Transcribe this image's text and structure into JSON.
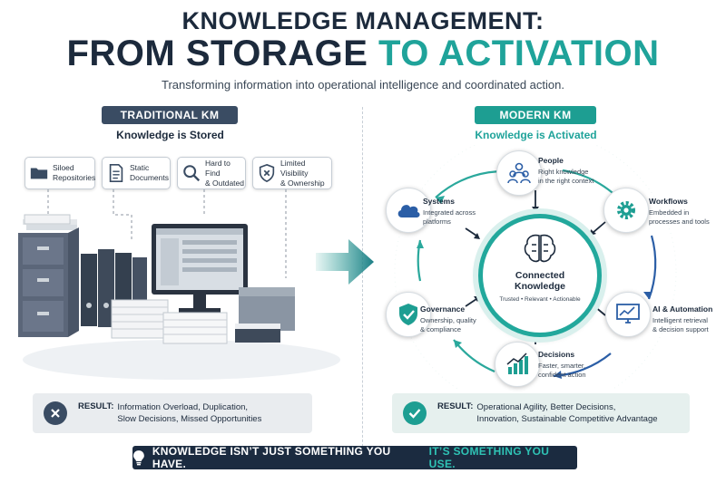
{
  "header": {
    "title_line1": "KNOWLEDGE MANAGEMENT:",
    "title_line2_dark": "FROM STORAGE",
    "title_line2_teal": "TO ACTIVATION",
    "subtitle": "Transforming information into operational intelligence and coordinated action."
  },
  "traditional": {
    "label": "TRADITIONAL KM",
    "subtitle": "Knowledge is Stored",
    "tags": [
      {
        "icon": "folder-icon",
        "lines": [
          "Siloed",
          "Repositories"
        ]
      },
      {
        "icon": "document-icon",
        "lines": [
          "Static",
          "Documents"
        ]
      },
      {
        "icon": "search-icon",
        "lines": [
          "Hard to Find",
          "& Outdated"
        ]
      },
      {
        "icon": "shield-x-icon",
        "lines": [
          "Limited Visibility",
          "& Ownership"
        ]
      }
    ],
    "result_label": "RESULT:",
    "result_lines": [
      "Information Overload, Duplication,",
      "Slow Decisions, Missed Opportunities"
    ]
  },
  "modern": {
    "label": "MODERN KM",
    "subtitle": "Knowledge is Activated",
    "hub": {
      "title_line1": "Connected",
      "title_line2": "Knowledge",
      "tagline": "Trusted • Relevant • Actionable"
    },
    "nodes": [
      {
        "icon": "people-icon",
        "title": "People",
        "lines": [
          "Right knowledge",
          "in the right context"
        ]
      },
      {
        "icon": "gear-icon",
        "title": "Workflows",
        "lines": [
          "Embedded in",
          "processes and tools"
        ]
      },
      {
        "icon": "monitor-chart-icon",
        "title": "AI & Automation",
        "lines": [
          "Intelligent retrieval",
          "& decision support"
        ]
      },
      {
        "icon": "bar-chart-icon",
        "title": "Decisions",
        "lines": [
          "Faster, smarter,",
          "confident action"
        ]
      },
      {
        "icon": "shield-check-icon",
        "title": "Governance",
        "lines": [
          "Ownership, quality",
          "& compliance"
        ]
      },
      {
        "icon": "cloud-icon",
        "title": "Systems",
        "lines": [
          "Integrated across",
          "platforms"
        ]
      }
    ],
    "result_label": "RESULT:",
    "result_lines": [
      "Operational Agility, Better Decisions,",
      "Innovation, Sustainable Competitive Advantage"
    ]
  },
  "banner": {
    "part1": "KNOWLEDGE ISN’T JUST SOMETHING YOU HAVE.",
    "part2": "IT’S SOMETHING YOU USE."
  },
  "colors": {
    "navy": "#1c2a3c",
    "teal": "#1fa39a",
    "slate": "#3a4c63"
  }
}
